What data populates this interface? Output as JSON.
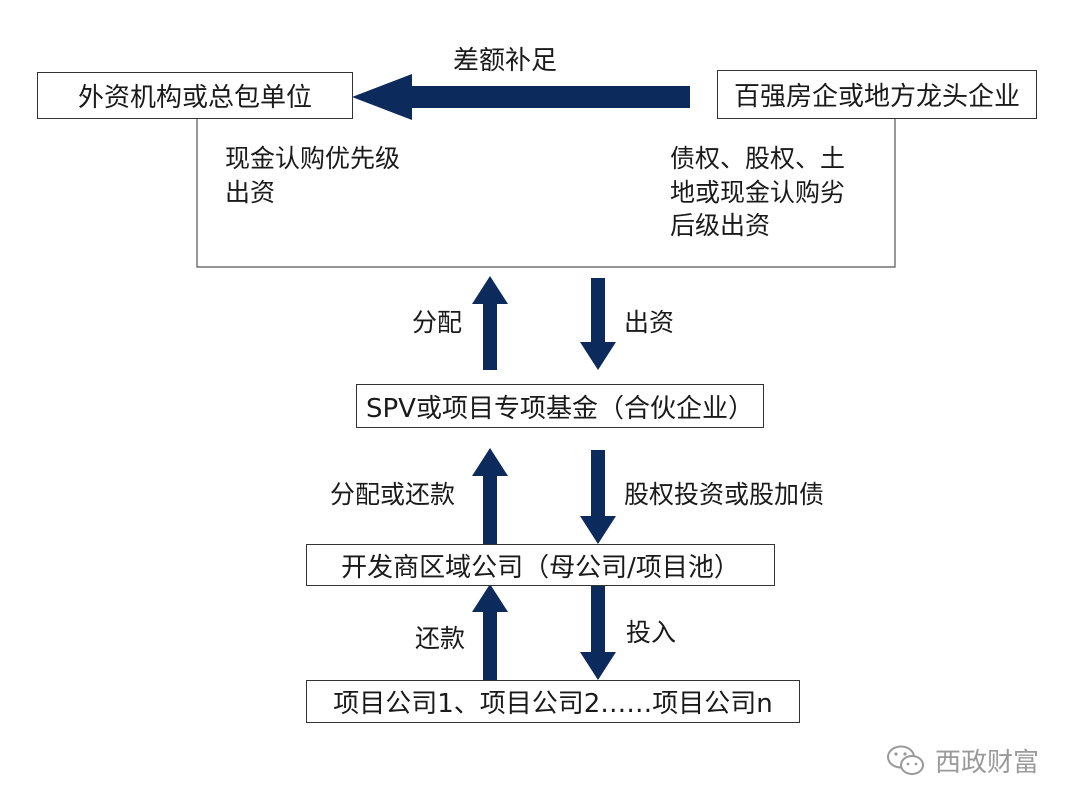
{
  "top_label": "差额补足",
  "left_box": "外资机构或总包单位",
  "right_box": "百强房企或地方龙头企业",
  "left_note": [
    "现金认购优先级",
    "出资"
  ],
  "right_note": [
    "债权、股权、土",
    "地或现金认购劣",
    "后级出资"
  ],
  "flow1_up": "分配",
  "flow1_down": "出资",
  "spv_box": "SPV或项目专项基金（合伙企业）",
  "flow2_up": "分配或还款",
  "flow2_down": "股权投资或股加债",
  "developer_box": "开发商区域公司（母公司/项目池）",
  "flow3_up": "还款",
  "flow3_down": "投入",
  "projects_box": "项目公司1、项目公司2……项目公司n",
  "watermark": "西政财富",
  "arrow_color": "#0d2a5c"
}
